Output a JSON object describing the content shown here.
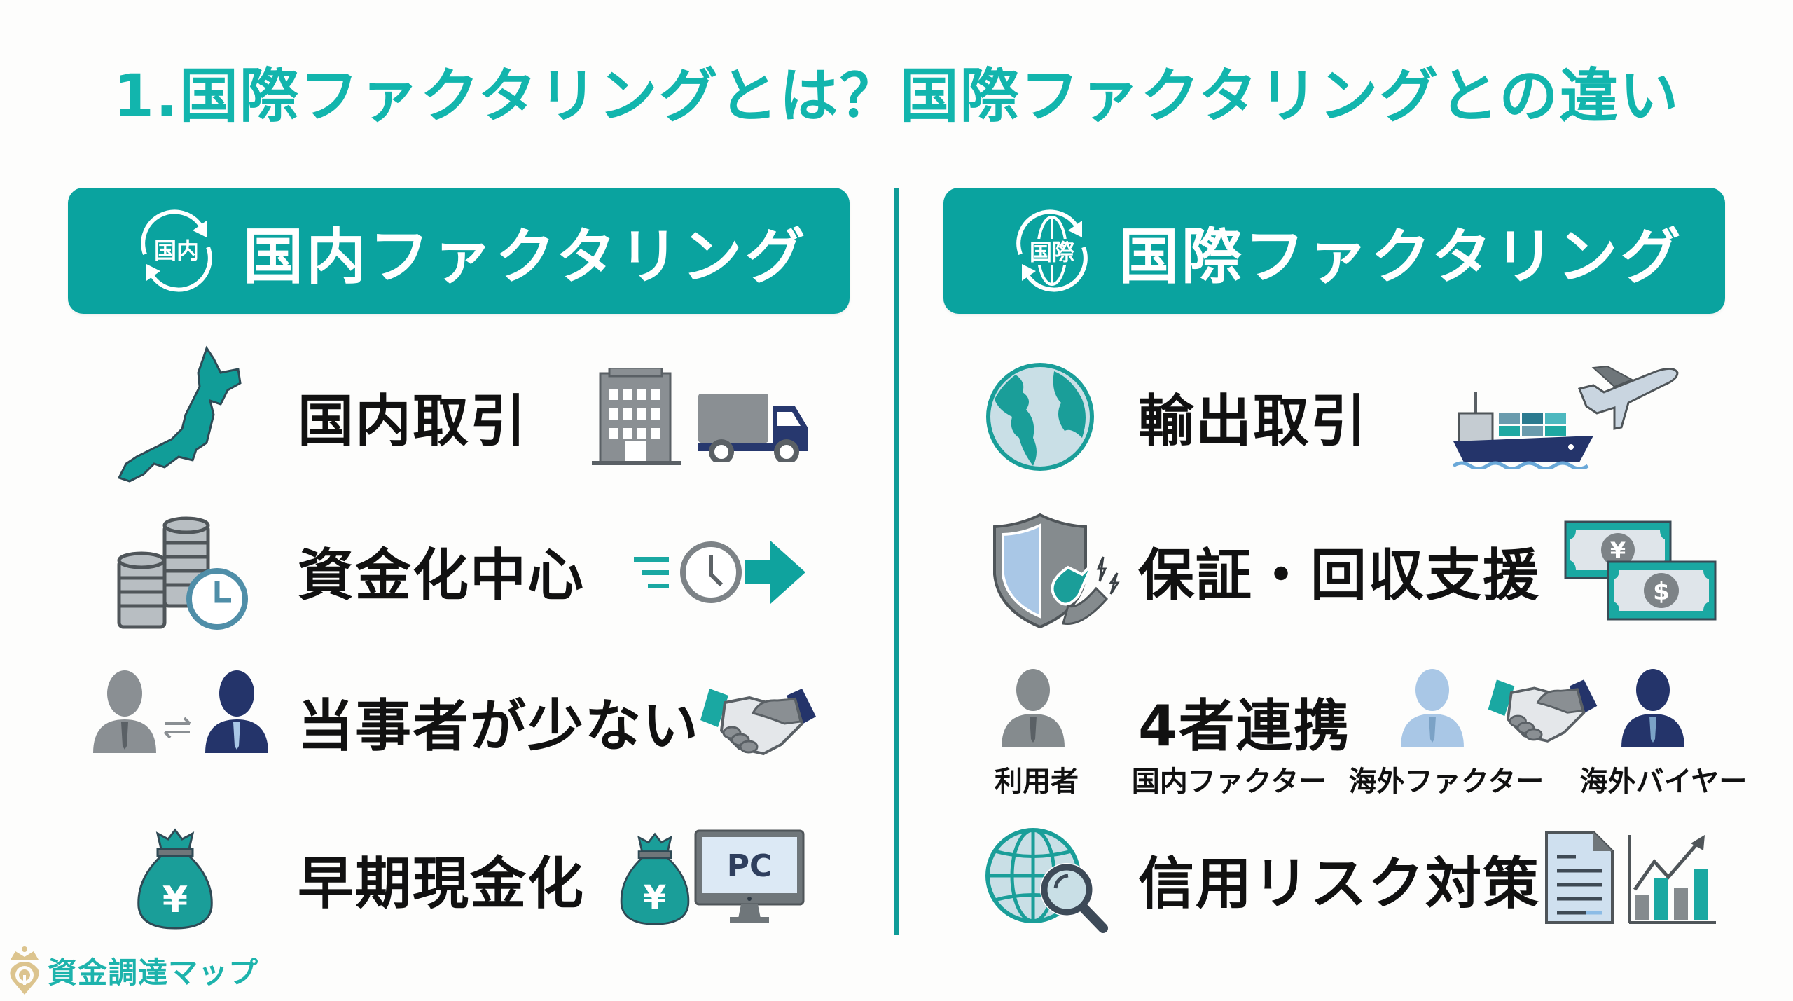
{
  "title": "1.国際ファクタリングとは？国際ファクタリングとの違い",
  "colors": {
    "accent": "#0aa39f",
    "title": "#12b5ad",
    "navy": "#24346a",
    "gray": "#858b8e",
    "light_blue": "#a9c7e6",
    "gold": "#dcc48e"
  },
  "left": {
    "header": {
      "icon": "cycle-domestic-icon",
      "icon_text": "国内",
      "label": "国内ファクタリング"
    },
    "rows": [
      {
        "label": "国内取引",
        "left_icon": "japan-map-icon",
        "right_icons": [
          "office-building-icon",
          "delivery-truck-icon"
        ]
      },
      {
        "label": "資金化中心",
        "left_icon": "coins-clock-icon",
        "right_icons": [
          "fast-clock-arrow-icon"
        ]
      },
      {
        "label": "当事者が少ない",
        "left_icon": "two-people-exchange-icon",
        "right_icons": [
          "handshake-icon"
        ]
      },
      {
        "label": "早期現金化",
        "left_icon": "yen-money-bag-icon",
        "right_icons": [
          "yen-money-bag-icon",
          "pc-monitor-icon"
        ],
        "pc_text": "PC"
      }
    ]
  },
  "right": {
    "header": {
      "icon": "globe-cycle-icon",
      "icon_text": "国際",
      "label": "国際ファクタリング"
    },
    "rows": [
      {
        "label": "輸出取引",
        "left_icon": "globe-earth-icon",
        "right_icons": [
          "cargo-ship-icon",
          "airplane-icon"
        ]
      },
      {
        "label": "保証・回収支援",
        "left_icon": "shield-magnet-icon",
        "right_icons": [
          "yen-dollar-banknotes-icon"
        ]
      },
      {
        "label": "4者連携",
        "left_icon": "person-icon",
        "right_icons": [
          "person-icon",
          "handshake-icon",
          "person-icon"
        ],
        "parties": [
          "利用者",
          "国内ファクター",
          "海外ファクター",
          "海外バイヤー"
        ]
      },
      {
        "label": "信用リスク対策",
        "left_icon": "globe-search-icon",
        "right_icons": [
          "document-icon",
          "bar-chart-growth-icon"
        ]
      }
    ]
  },
  "footer": {
    "logo_icon": "crown-pin-icon",
    "brand": "資金調達マップ"
  }
}
